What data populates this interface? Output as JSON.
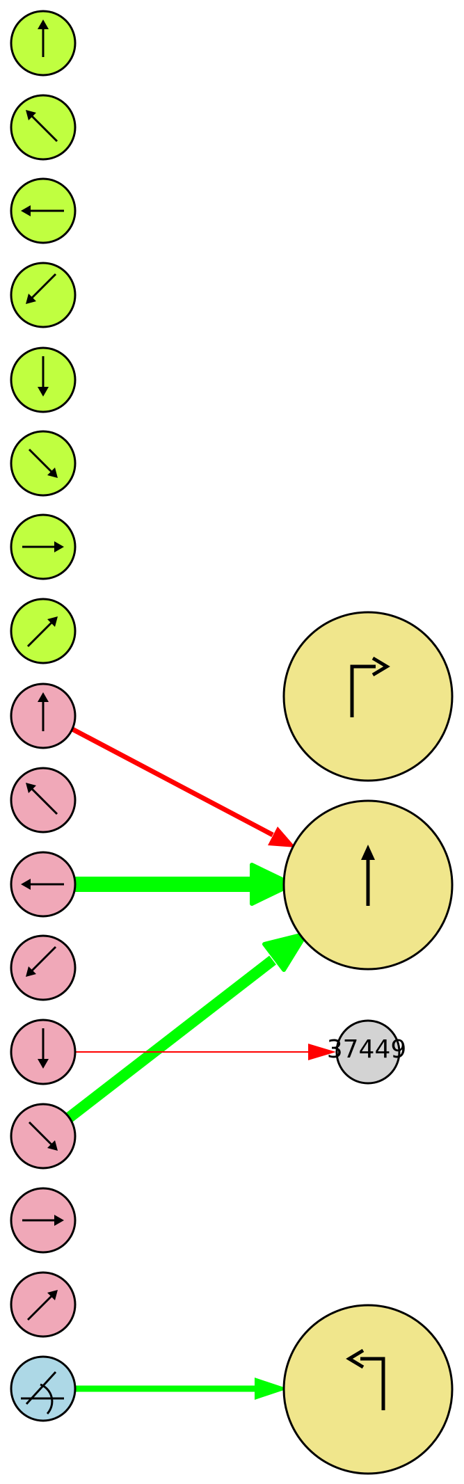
{
  "colors": {
    "green_node": "#c0ff40",
    "pink_node": "#f0a8b8",
    "blue_node": "#add8e6",
    "yellow_node": "#f0e68c",
    "gray_node": "#d3d3d3",
    "red_edge": "#ff0000",
    "green_edge": "#00ff00",
    "stroke": "#000000"
  },
  "inputs": [
    {
      "id": "g-up",
      "group": "green",
      "icon": "arrow-up-icon"
    },
    {
      "id": "g-upleft",
      "group": "green",
      "icon": "arrow-up-left-icon"
    },
    {
      "id": "g-left",
      "group": "green",
      "icon": "arrow-left-icon"
    },
    {
      "id": "g-downleft",
      "group": "green",
      "icon": "arrow-down-left-icon"
    },
    {
      "id": "g-down",
      "group": "green",
      "icon": "arrow-down-icon"
    },
    {
      "id": "g-downright",
      "group": "green",
      "icon": "arrow-down-right-icon"
    },
    {
      "id": "g-right",
      "group": "green",
      "icon": "arrow-right-icon"
    },
    {
      "id": "g-upright",
      "group": "green",
      "icon": "arrow-up-right-icon"
    },
    {
      "id": "p-up",
      "group": "pink",
      "icon": "arrow-up-icon"
    },
    {
      "id": "p-upleft",
      "group": "pink",
      "icon": "arrow-up-left-icon"
    },
    {
      "id": "p-left",
      "group": "pink",
      "icon": "arrow-left-icon"
    },
    {
      "id": "p-downleft",
      "group": "pink",
      "icon": "arrow-down-left-icon"
    },
    {
      "id": "p-down",
      "group": "pink",
      "icon": "arrow-down-icon"
    },
    {
      "id": "p-downright",
      "group": "pink",
      "icon": "arrow-down-right-icon"
    },
    {
      "id": "p-right",
      "group": "pink",
      "icon": "arrow-right-icon"
    },
    {
      "id": "p-upright",
      "group": "pink",
      "icon": "arrow-up-right-icon"
    },
    {
      "id": "b-angle",
      "group": "blue",
      "icon": "angle-icon"
    }
  ],
  "outputs": [
    {
      "id": "y-turn-right",
      "icon": "turn-right-icon"
    },
    {
      "id": "y-up",
      "icon": "arrow-up-icon"
    },
    {
      "id": "gray-37449",
      "label": "37449"
    },
    {
      "id": "y-turn-left",
      "icon": "turn-left-icon"
    }
  ],
  "edges": [
    {
      "from": "p-up",
      "to": "y-up",
      "color": "red",
      "weight": "medium"
    },
    {
      "from": "p-left",
      "to": "y-up",
      "color": "green",
      "weight": "heavy"
    },
    {
      "from": "p-downright",
      "to": "y-up",
      "color": "green",
      "weight": "heavy"
    },
    {
      "from": "p-down",
      "to": "gray-37449",
      "color": "red",
      "weight": "thin"
    },
    {
      "from": "b-angle",
      "to": "y-turn-left",
      "color": "green",
      "weight": "medium"
    }
  ]
}
